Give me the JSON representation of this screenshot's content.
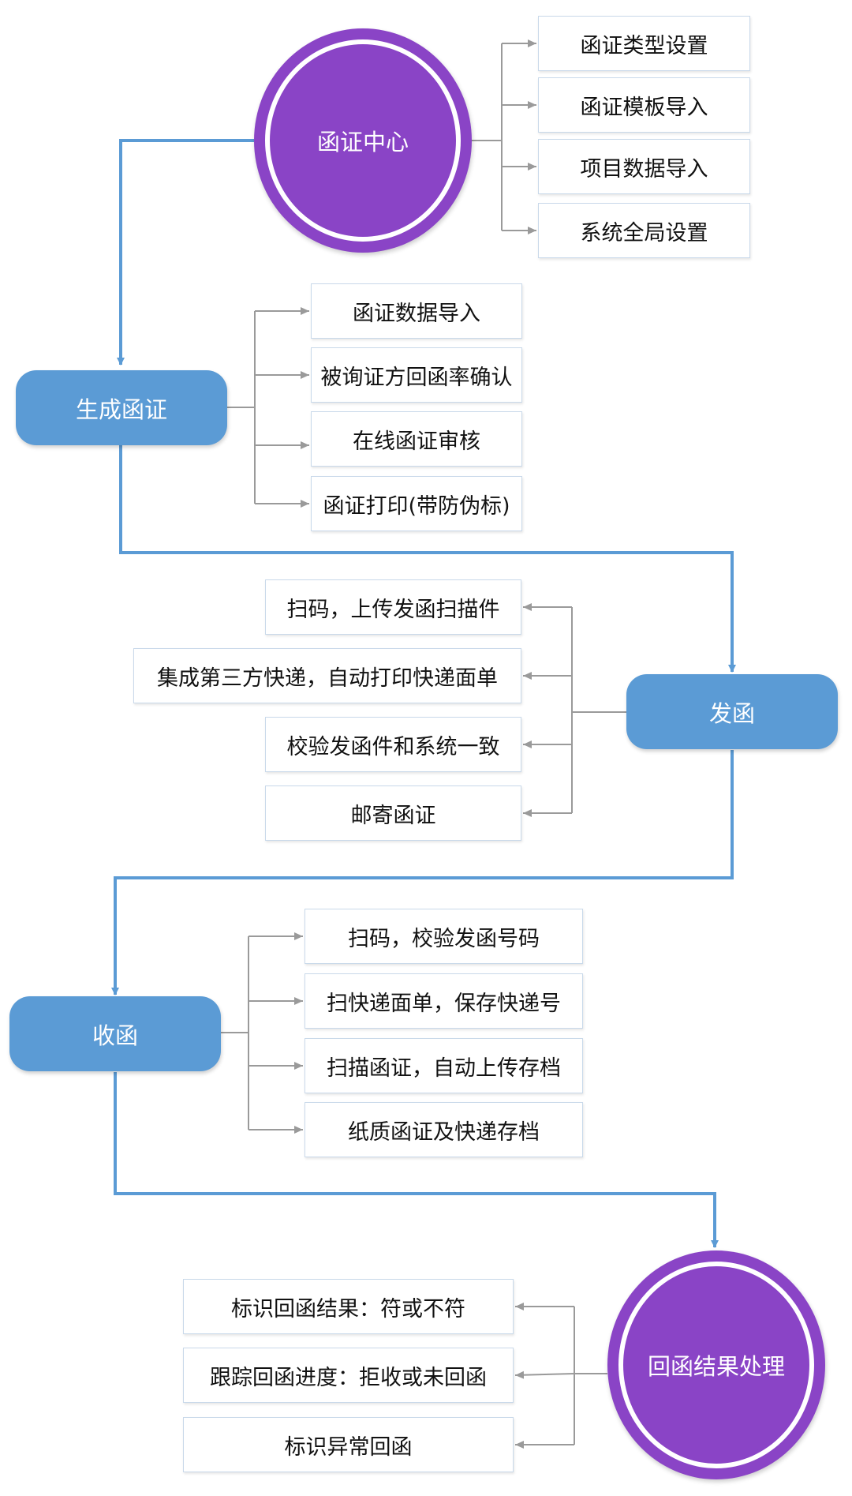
{
  "colors": {
    "main_flow": "#5b9bd5",
    "connector": "#9a9a9a",
    "pill_fill": "#5b9bd5",
    "circle_fill": "#8a44c6",
    "box_border": "#c9d9ea"
  },
  "center": {
    "label": "函证中心",
    "items": [
      "函证类型设置",
      "函证模板导入",
      "项目数据导入",
      "系统全局设置"
    ]
  },
  "generate": {
    "label": "生成函证",
    "items": [
      "函证数据导入",
      "被询证方回函率确认",
      "在线函证审核",
      "函证打印(带防伪标)"
    ]
  },
  "send": {
    "label": "发函",
    "items": [
      "扫码，上传发函扫描件",
      "集成第三方快递，自动打印快递面单",
      "校验发函件和系统一致",
      "邮寄函证"
    ]
  },
  "receive": {
    "label": "收函",
    "items": [
      "扫码，校验发函号码",
      "扫快递面单，保存快递号",
      "扫描函证，自动上传存档",
      "纸质函证及快递存档"
    ]
  },
  "result": {
    "label": "回函结果处理",
    "items": [
      "标识回函结果：符或不符",
      "跟踪回函进度：拒收或未回函",
      "标识异常回函"
    ]
  }
}
